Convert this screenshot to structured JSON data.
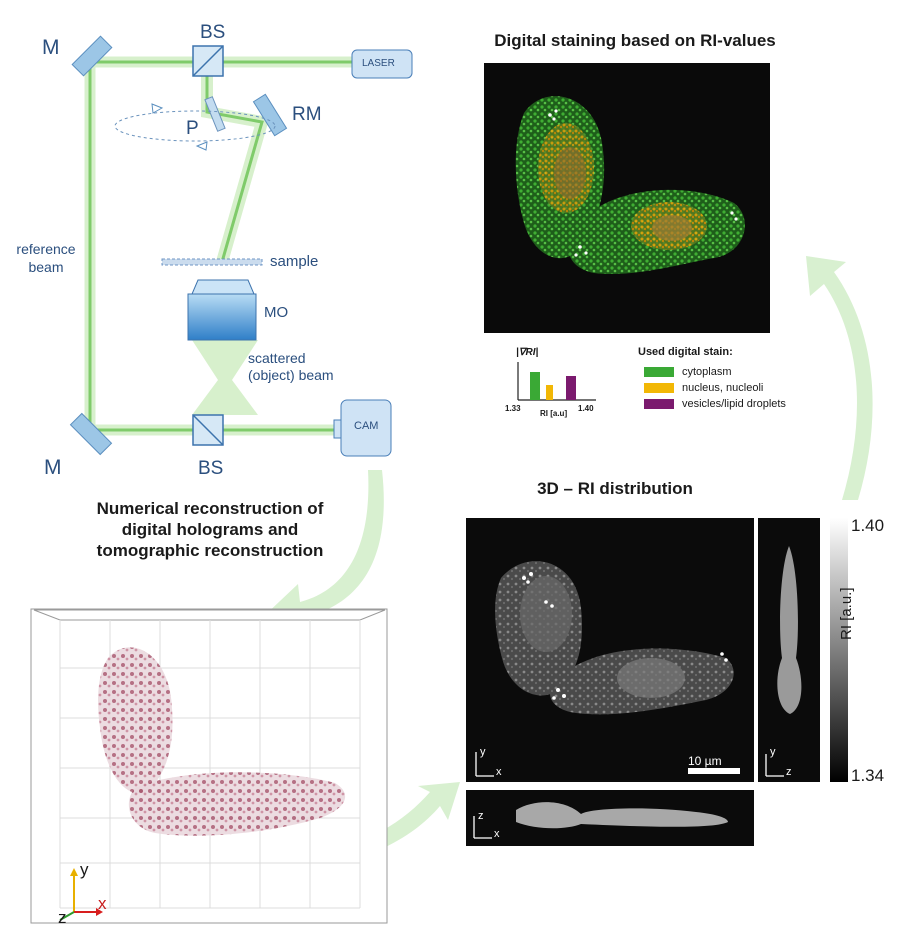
{
  "setup": {
    "bs_top": "BS",
    "bs_bottom": "BS",
    "mirror_top": "M",
    "mirror_bottom": "M",
    "laser": "LASER",
    "polarizer": "P",
    "rotating_mirror": "RM",
    "reference_beam": [
      "reference",
      "beam"
    ],
    "sample": "sample",
    "objective": "MO",
    "scattered_beam": [
      "scattered",
      "(object) beam"
    ],
    "camera": "CAM"
  },
  "titles": {
    "digital_staining": "Digital staining based on RI-values",
    "reconstruction": [
      "Numerical reconstruction of",
      "digital holograms and",
      "tomographic reconstruction"
    ],
    "ri_distribution": "3D – RI distribution"
  },
  "stain": {
    "header": "Used digital stain:",
    "items": [
      {
        "label": "cytoplasm",
        "color": "#3aa935"
      },
      {
        "label": "nucleus, nucleoli",
        "color": "#f2b705"
      },
      {
        "label": "vesicles/lipid droplets",
        "color": "#7b1a6e"
      }
    ],
    "chart_ylabel": "|∇RI|",
    "x_min": "1.33",
    "x_max": "1.40",
    "xlabel": "RI [a.u]"
  },
  "ri": {
    "colorbar_max": "1.40",
    "colorbar_min": "1.34",
    "colorbar_label": "RI [a.u.]",
    "scale_bar": "10 µm",
    "axis_y": "y",
    "axis_x": "x",
    "axis_z": "z"
  },
  "volume_axes": {
    "y": "y",
    "x": "x",
    "z": "z"
  },
  "colors": {
    "beam": "#8fd07a",
    "optics": "#4a8fd4",
    "arrow": "#d8f0d0"
  }
}
